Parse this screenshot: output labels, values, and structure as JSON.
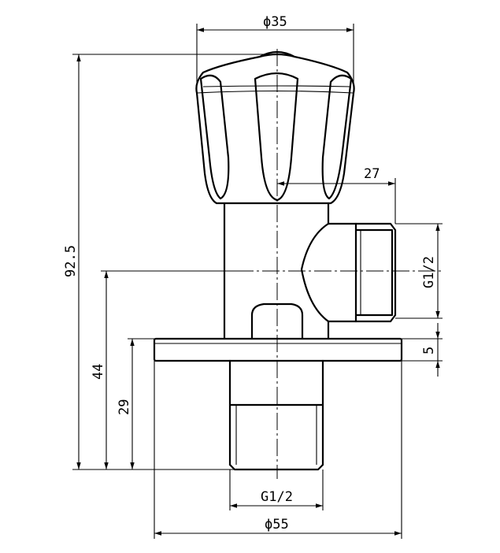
{
  "dimensions": {
    "knob_diameter": "ϕ35",
    "total_height": "92.5",
    "outlet_offset": "27",
    "outlet_thread": "G1/2",
    "height_to_outlet": "44",
    "height_to_flange": "29",
    "flange_thickness": "5",
    "inlet_thread": "G1/2",
    "flange_diameter": "ϕ55"
  }
}
